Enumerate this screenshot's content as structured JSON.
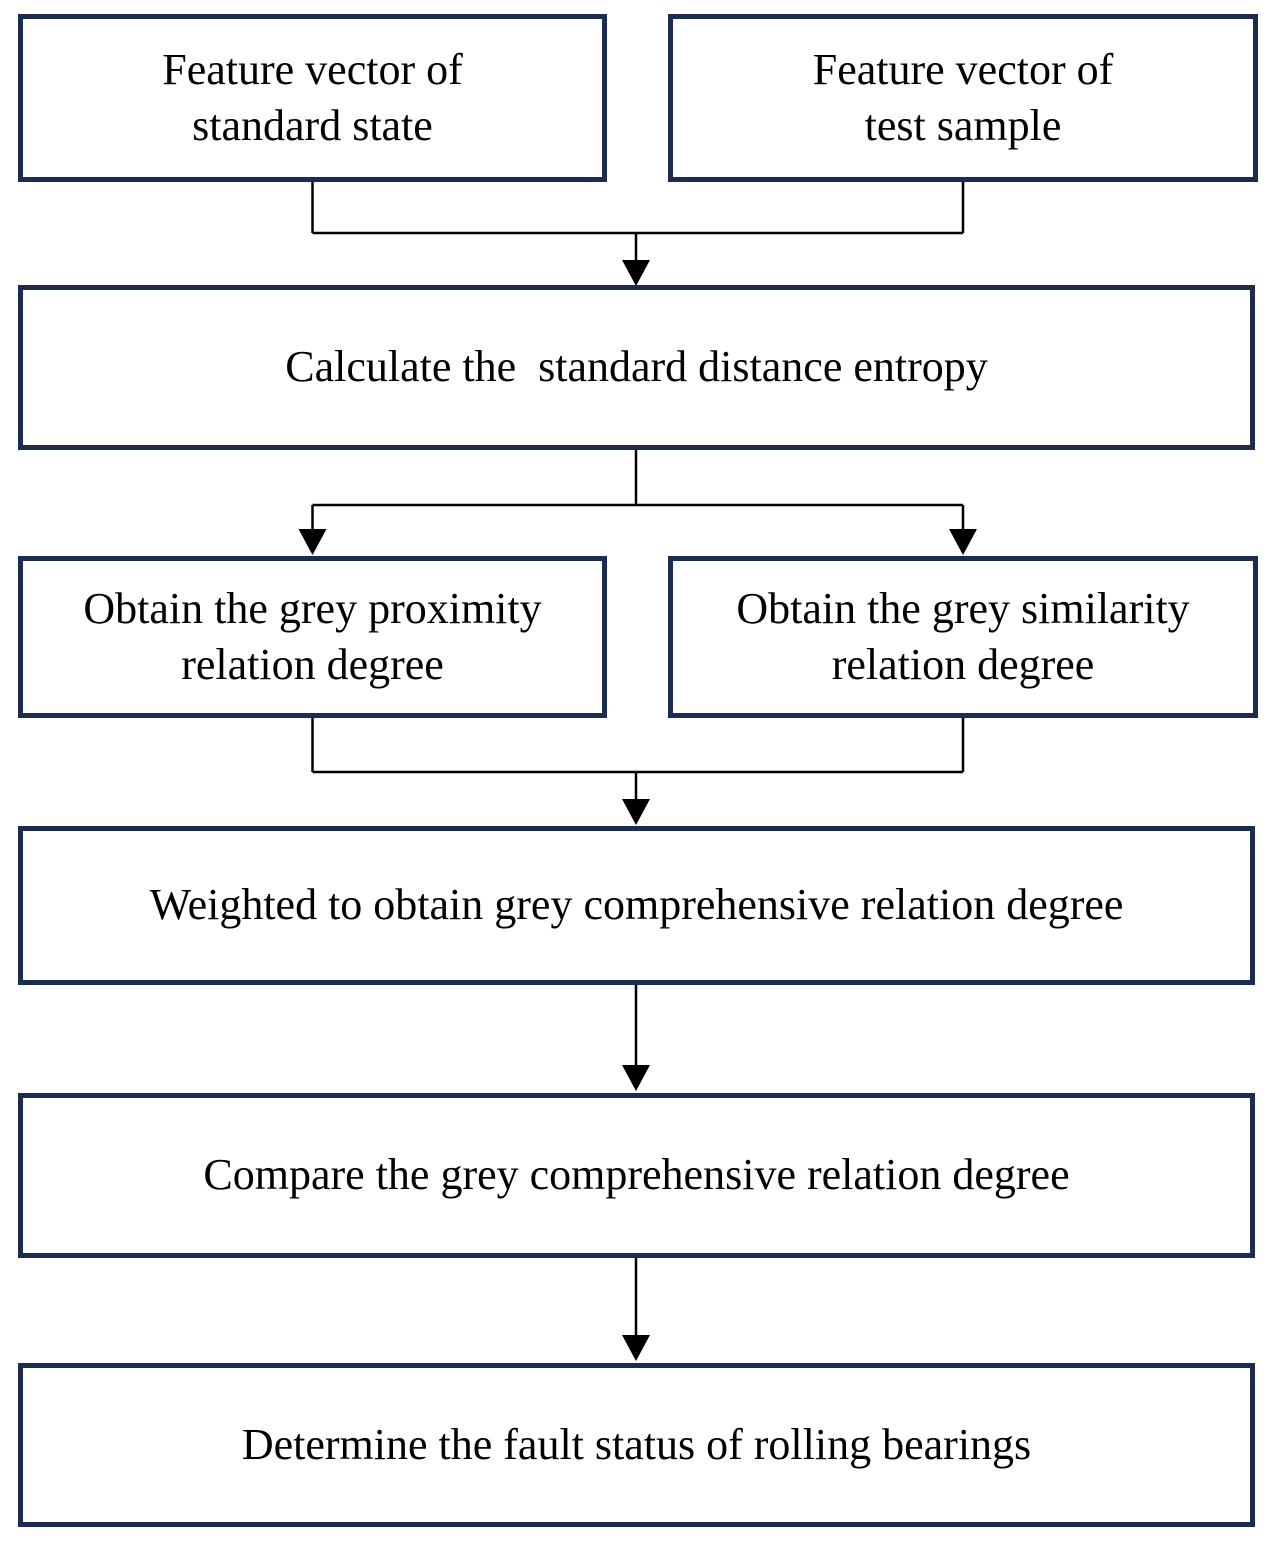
{
  "diagram": {
    "type": "flowchart",
    "boxes": [
      {
        "id": "feature-standard",
        "label": "Feature vector of\nstandard state"
      },
      {
        "id": "feature-test",
        "label": "Feature vector of\ntest sample"
      },
      {
        "id": "distance-entropy",
        "label": "Calculate the  standard distance entropy"
      },
      {
        "id": "grey-proximity",
        "label": "Obtain the grey proximity\nrelation degree"
      },
      {
        "id": "grey-similarity",
        "label": "Obtain the grey similarity\nrelation degree"
      },
      {
        "id": "grey-comprehensive",
        "label": "Weighted to obtain grey comprehensive relation degree"
      },
      {
        "id": "compare-degree",
        "label": "Compare the grey comprehensive relation degree"
      },
      {
        "id": "fault-status",
        "label": "Determine the fault status of rolling bearings"
      }
    ],
    "edges": [
      {
        "from": "feature-standard",
        "to": "distance-entropy"
      },
      {
        "from": "feature-test",
        "to": "distance-entropy"
      },
      {
        "from": "distance-entropy",
        "to": "grey-proximity"
      },
      {
        "from": "distance-entropy",
        "to": "grey-similarity"
      },
      {
        "from": "grey-proximity",
        "to": "grey-comprehensive"
      },
      {
        "from": "grey-similarity",
        "to": "grey-comprehensive"
      },
      {
        "from": "grey-comprehensive",
        "to": "compare-degree"
      },
      {
        "from": "compare-degree",
        "to": "fault-status"
      }
    ],
    "colors": {
      "box_border": "#1C2C50",
      "box_fill": "#FFFFFF",
      "text": "#000000",
      "connector": "#000000"
    }
  }
}
